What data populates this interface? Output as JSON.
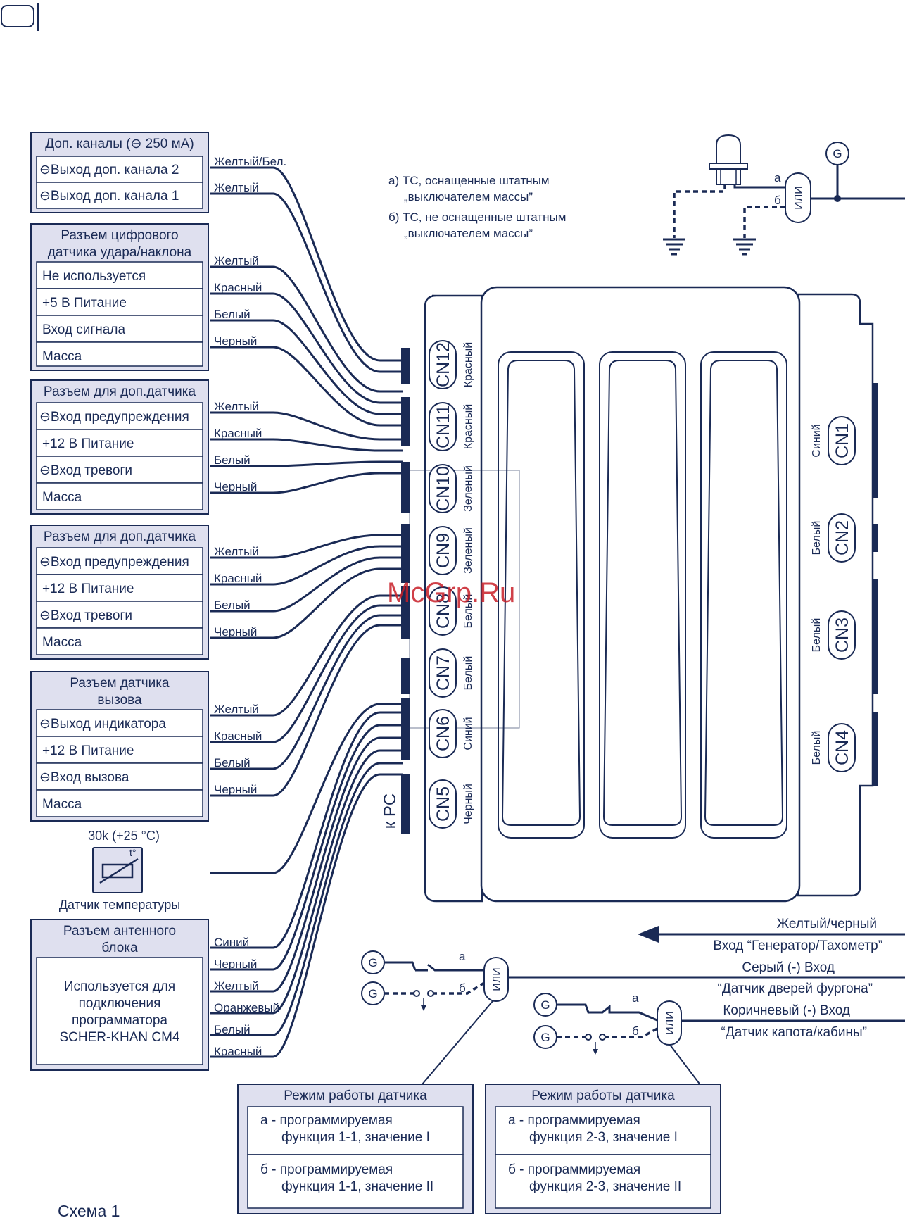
{
  "wm": "McGrp.Ru",
  "caption": "Схема 1",
  "blocks": {
    "b1": {
      "h1": "Доп. каналы (⊖ 250 мА)",
      "r": [
        "⊖Выход доп. канала 2",
        "⊖Выход доп. канала 1"
      ],
      "w": [
        "Желтый/Бел.",
        "Желтый"
      ]
    },
    "b2": {
      "h1": "Разъем цифрового",
      "h2": "датчика удара/наклона",
      "r": [
        "Не используется",
        "+5 В Питание",
        "Вход сигнала",
        "Масса"
      ],
      "w": [
        "Желтый",
        "Красный",
        "Белый",
        "Черный"
      ]
    },
    "b3": {
      "h1": "Разъем для доп.датчика",
      "r": [
        "⊖Вход предупреждения",
        "+12 В Питание",
        "⊖Вход тревоги",
        "Масса"
      ],
      "w": [
        "Желтый",
        "Красный",
        "Белый",
        "Черный"
      ]
    },
    "b4": {
      "h1": "Разъем для доп.датчика",
      "r": [
        "⊖Вход предупреждения",
        "+12 В Питание",
        "⊖Вход тревоги",
        "Масса"
      ],
      "w": [
        "Желтый",
        "Красный",
        "Белый",
        "Черный"
      ]
    },
    "b5": {
      "h1": "Разъем датчика",
      "h2": "вызова",
      "r": [
        "⊖Выход индикатора",
        "+12 В Питание",
        "⊖Вход вызова",
        "Масса"
      ],
      "w": [
        "Желтый",
        "Красный",
        "Белый",
        "Черный"
      ]
    },
    "b6": {
      "h1": "Разъем антенного",
      "h2": "блока",
      "r": [
        "Используется для",
        "подключения",
        "программатора",
        "SCHER-KHAN CM4"
      ],
      "w": [
        "Синий",
        "Черный",
        "Желтый",
        "Оранжевый",
        "Белый",
        "Красный"
      ]
    }
  },
  "temp": {
    "val": "30k (+25 °C)",
    "name": "Датчик температуры",
    "sym": "t°"
  },
  "note": [
    "а) ТС, оснащенные штатным",
    "„выключателем массы”",
    "б) ТС, не оснащенные штатным",
    "„выключателем массы”"
  ],
  "or_label": "ИЛИ",
  "g_label": "G",
  "ab": {
    "a": "а",
    "b": "б"
  },
  "left_cn": [
    {
      "id": "CN12",
      "color": "Красный"
    },
    {
      "id": "CN11",
      "color": "Красный"
    },
    {
      "id": "CN10",
      "color": "Зеленый"
    },
    {
      "id": "CN9",
      "color": "Зеленый"
    },
    {
      "id": "CN8",
      "color": "Белый"
    },
    {
      "id": "CN7",
      "color": "Белый"
    },
    {
      "id": "CN6",
      "color": "Синий"
    },
    {
      "id": "CN5",
      "color": "Черный"
    }
  ],
  "right_cn": [
    {
      "id": "CN1",
      "color": "Синий"
    },
    {
      "id": "CN2",
      "color": "Белый"
    },
    {
      "id": "CN3",
      "color": "Белый"
    },
    {
      "id": "CN4",
      "color": "Белый"
    }
  ],
  "kpc": "к PC",
  "right_wires": [
    "Желтый/черный",
    "Вход “Генератор/Тахометр”",
    "Серый (-) Вход",
    "“Датчик дверей фургона”",
    "Коричневый (-) Вход",
    "“Датчик капота/кабины”"
  ],
  "modes": [
    {
      "title": "Режим работы датчика",
      "a1": "а - программируемая",
      "a2": "функция 1-1, значение I",
      "b1": "б - программируемая",
      "b2": "функция 1-1, значение II"
    },
    {
      "title": "Режим работы датчика",
      "a1": "а - программируемая",
      "a2": "функция 2-3, значение I",
      "b1": "б - программируемая",
      "b2": "функция 2-3, значение II"
    }
  ]
}
